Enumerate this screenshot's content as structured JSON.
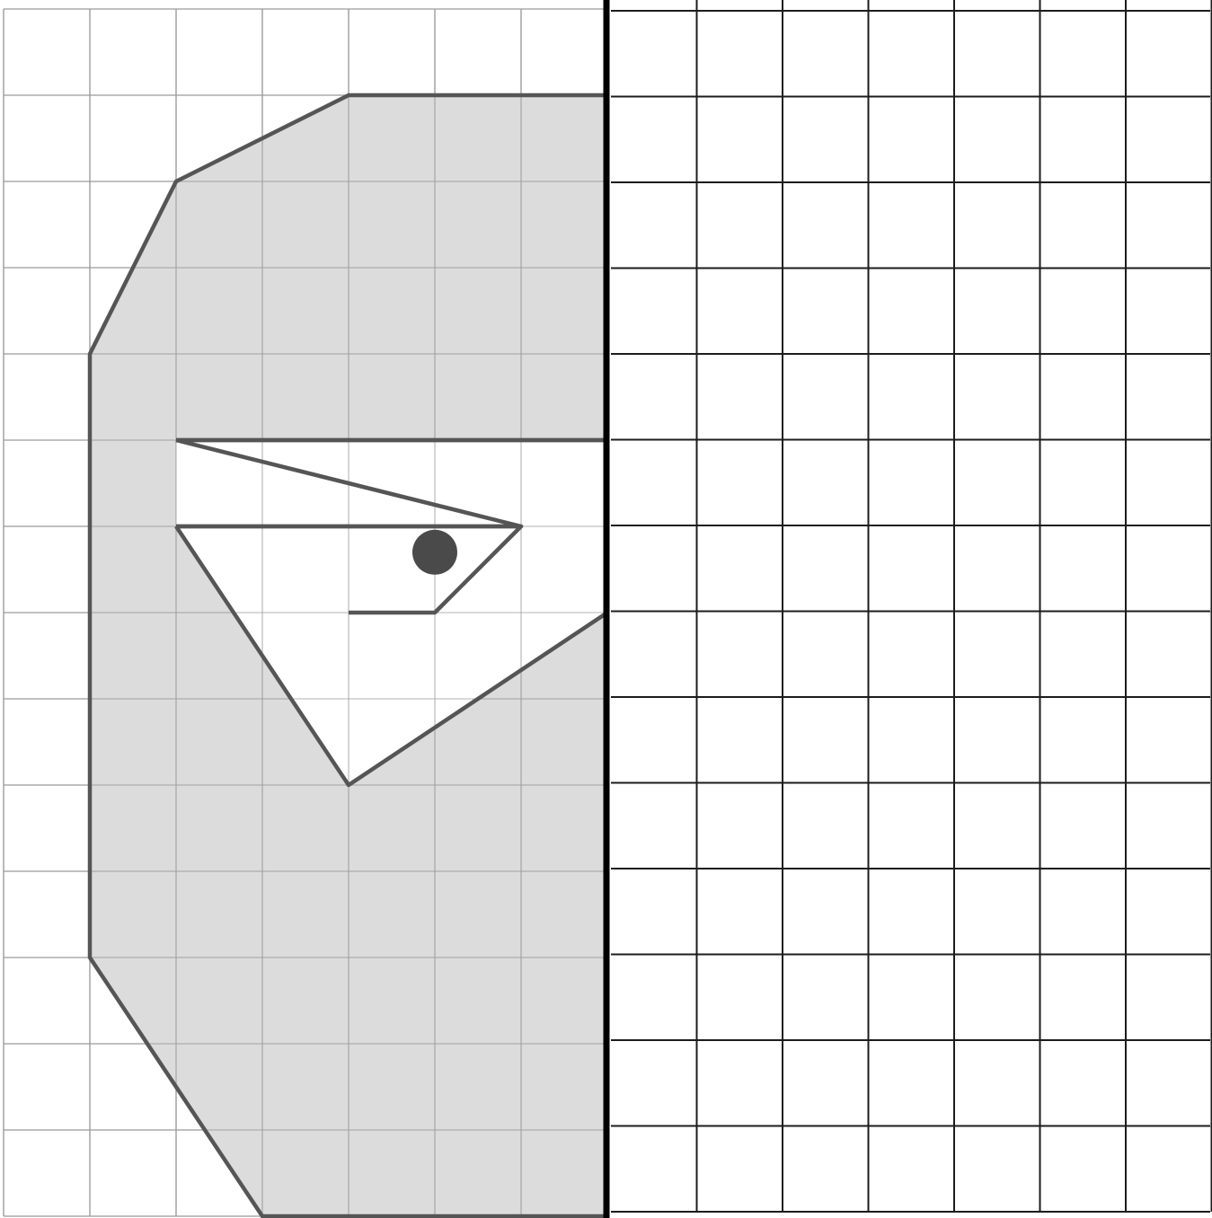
{
  "worksheet": {
    "task": "symmetry-completion",
    "mirror_line": "vertical",
    "colors": {
      "page": "#ffffff",
      "shape_fill": "#d3d3d3",
      "shape_outline": "#555555",
      "faint_grid": "#9a9a9a",
      "dark_grid": "#1c1c1c",
      "mirror_line": "#000000",
      "pupil": "#4a4a4a"
    },
    "left_grid": {
      "columns": 7,
      "rows": 14,
      "lines": "faint",
      "side": "left"
    },
    "right_grid": {
      "columns": 7,
      "rows": 14,
      "lines": "dark",
      "side": "right",
      "state": "empty"
    },
    "half_face": {
      "outline_cells": [
        [
          7,
          1
        ],
        [
          4,
          1
        ],
        [
          2,
          2
        ],
        [
          1,
          4
        ],
        [
          1,
          11
        ],
        [
          3,
          14
        ],
        [
          7,
          14
        ]
      ],
      "open_region_cells": [
        [
          2,
          5
        ],
        [
          7,
          5
        ],
        [
          7,
          7
        ],
        [
          4,
          9
        ],
        [
          2,
          6
        ]
      ],
      "eye_upper_cells": [
        [
          2,
          5
        ],
        [
          6,
          6
        ],
        [
          2,
          6
        ]
      ],
      "eye_lower_cells": [
        [
          2,
          6
        ],
        [
          6,
          6
        ],
        [
          5,
          7
        ],
        [
          4,
          7
        ]
      ],
      "pupil_cell": [
        5,
        6.3
      ]
    }
  }
}
